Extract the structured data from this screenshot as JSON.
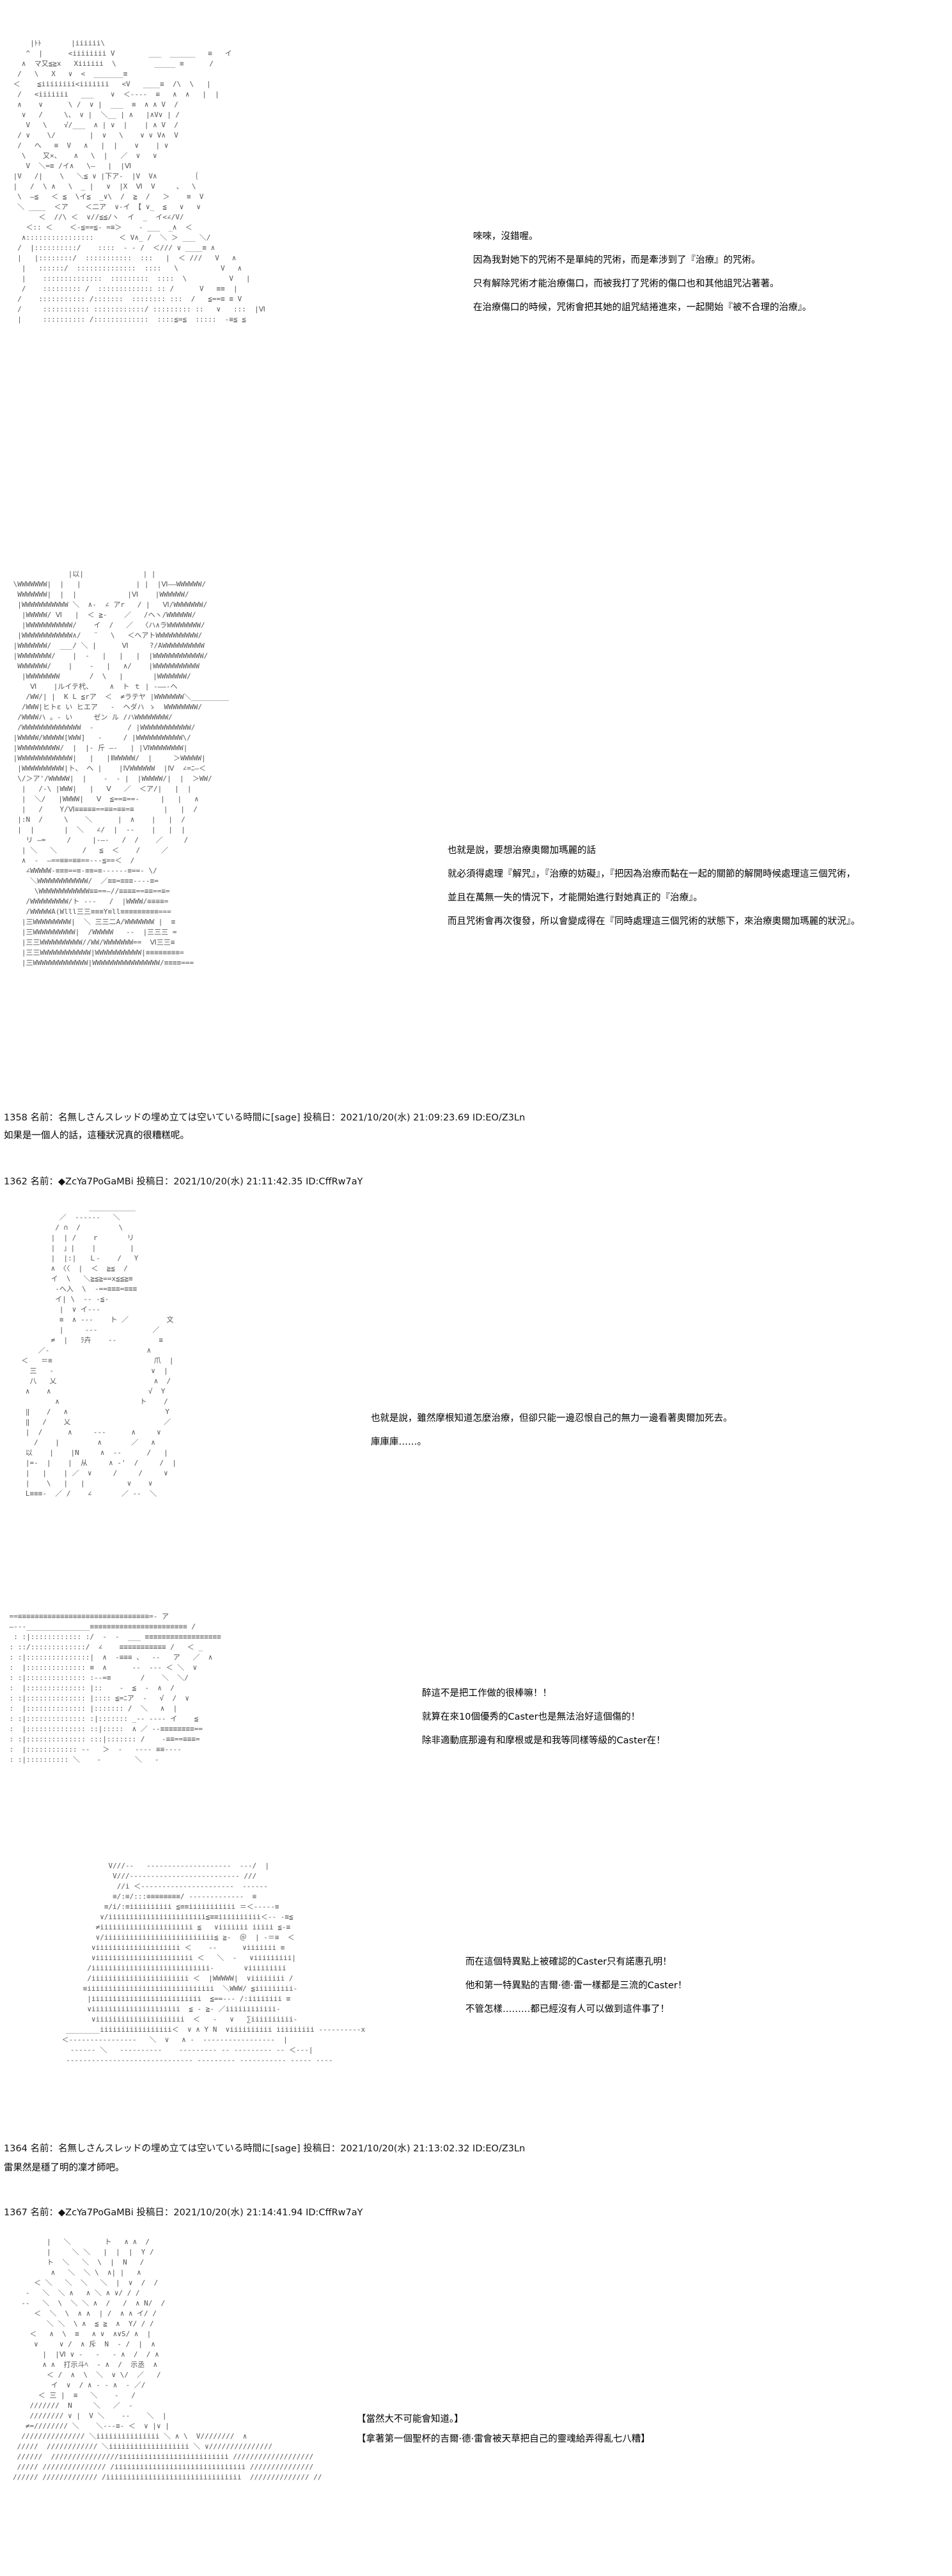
{
  "panels": [
    {
      "art_lines": [
        "     |ﾄﾄ       |iiiiii\\",
        "    ^  |      <iiiiiiii V        ___  ______   ≡   イ",
        "   ∧  マ又≦≧x   Xiiiiii  \\         _____ ≡      /",
        "  /   \\   X   ∨  <  _______≡",
        " ＜    ≦iiiiiiii<iiiiiii   <V   ____≡  /\\  \\   |",
        "  /   <iiiiiii   ___    ∨  ＜‐---  ≡   ∧  ∧   |  |",
        "  ∧    ∨      \\ /  ∨ |  ___  ≡  ∧ ∧ V  /",
        "   ∨   /     \\、 ∨ |  ＼__ | ∧   |∧V∨ | /",
        "    V   \\    √/___  ∧ | ∨  |    | ∧ V  /",
        "  / ∨    \\/        |  ∨   \\    ∨ ∨ V∧  V",
        "  /   へ   ≡  V   ∧   |  |    ∨    | ∨",
        "   \\    又×、   ∧   \\  |   ／  ∨   ∨",
        "    V  ＼=≡ /イ∧   \\―   |  |Ⅵ",
        " |V   /|    \\   ＼≦ ∨ |下ア‐  |V  V∧        ｛",
        " |   /  \\ ∧   \\  _ |   ∨  |X  Ⅵ  V     、  \\",
        "  \\  ―≦   ＜ ≦  \\イ≦  _∨\\  /  ≧  /   ＞    ≡  V",
        "  ＼ ____  ＜ア    ＜二ア  ∨‐イ 【 ∨_  ≦   ∨   ∨",
        "       ＜  //\\ ＜  ∨//≦≦/ヽ  イ  _  イ<∠/V/",
        "    ＜:: ＜    ＜‐≦==≦‐ =≡＞    ‐ ___  _∧  ＜",
        "   ∧::::::::::::::::      ＜ V∧_ /  ＼ ＞ ___ ＼/",
        "  /  |::::::::::/    ::::  ‐ ‐ /  ＜/// ∨ ____≡ ∧",
        "  |   |::::::::/  :::::::::::  :::   |  ＜ ///   V   ∧",
        "   |   ::::::/  ::::::::::::::  ::::   \\          V   ∧",
        "   |    ::::::::::::::  :::::::::  ::::  \\          V   |",
        "   /    ::::::::: /  ::::::::::::: :: /      V   ≡≡  |",
        "  /    ::::::::::: /:::::::  :::::::: :::  /   ≦==≡ ≡ V",
        "  /     ::::::::::: ::::::::::::/ ::::::::: ::   ∨   :::  |Ⅵ",
        "  |     :::::::::: /:::::::::::::  ::::≦=≦  :::::  ‐≡≦ ≦"
      ],
      "dialog": [
        "唻唻，沒錯喔。",
        "因為我對她下的咒術不是單純的咒術，而是牽涉到了『治療』的咒術。",
        "只有解除咒術才能治療傷口，而被我打了咒術的傷口也和其他詛咒沾著著。",
        "  在治療傷口的時候，咒術會把其她的詛咒結捲進來，一起開始『被不合理的治療』。"
      ]
    },
    {
      "art_lines": [
        "              |以|              | |",
        " \\WWWWWWW|  |   |             | |  |Ⅵ――WWWWWW/",
        "  WWWWWWW|  |  |            |Ⅵ    |WWWWWW/",
        "  |WWWWWWWWWWW ＼  ∧‐  ∠ アr   / |   Ⅵ/WWWWWWW/",
        "   |WWWWW/ Ⅵ   |  ＜ ≧‐    ／   /ヘヽ/WWWWWW/",
        "   |WWWWWWWWWWW/    イ  /   ／  〈ハ∧ラWWWWWWWW/",
        "  |WWWWWWWWWWWW∧/   ¨   \\   ＜ヘアトWWWWWWWWWW/",
        " |WWWWWWW/  ___/ ＼ |      Ⅵ     ?/AWWWWWWWWWW",
        " |WWWWWWWW/    |  ‐   |   |   |  |WWWWWWWWWWWW/",
        "  WWWWWWW/    |    ‐   |   ∧/    |WWWWWWWWWWW",
        "   |WWWWWWWW       /  \\   |       |WWWWWWW/",
        "     Ⅵ    |ルイテ杙、    ∧  ト ｔ | ‐――‐ヘ",
        "    /WW/| |  K L ≦rア  ＜  ≠ラテヤ |WWWWWWW＼_________",
        "   /WWW|ヒトε い ヒエア   ‐  ヘダハ ゝ  WWWWWWWW/",
        "  /WWWWハ 。‐ い     ゼン ル /ハWWWWWWWW/",
        "  /WWWWWWWWWWWWWW  ‐        / |WWWWWWWWWWWW/",
        " |WWWWW/WWWWW[WWW]   ‐     / |WWWWWWWWWWW\\/",
        " |WWWWWWWWWW/  |  |‐ 斤 ―‐   | |ⅥWWWWWWWW|",
        " |WWWWWWWWWWWWW|   |   |ⅡWWWWW/  |     ＞WWWWW|",
        "  |WWWWWWWWWW|ト、 ヘ |    |ⅣWWWWWW  |Ⅳ  ∠=ﾆ―＜",
        "  \\/＞ア'/WWWWW|  |    ‐  ‐ |  |WWWWW/|  |  ＞WW/",
        "   |   /‐\\ |WWW|   |   Ⅴ   ／  ＜ア/|   |  |",
        "   |  ＼/   |WWWW|   Ⅴ  ≦==≡==‐     |   |   ∧",
        "   |   /    Y/Ⅵ≡≡≡≡≡==≡≡=≡≡=≡       |   |  /",
        "  |:N  /     \\    ＼      |  ∧    |   |  /",
        "  |  |       |  ＼   ∠/  |  ‐‐    |   |  |",
        "    リ ―=     /     |‐―‐   /  /    ／     /",
        "   | ＼   ＼      /   ≦  ＜    /     ／",
        "   ∧  ‐  ―==≡≡=≡≡==‐‐‐≦==＜  /       ",
        "    ∠WWWWW‐≡≡≡==≡‐≡≡=≡‐‐‐‐‐‐≡==‐ \\/",
        "     ＼WWWWWWWWWWWW/  ／≡≡=≡≡≡‐‐‐‐≡=",
        "      \\WWWWWWWWWWWW≡≡==―//≡≡≡≡==≡≡==≡=",
        "    /WWWWWWWWW/ト ‐‐‐   /  |WWWW/≡≡≡≡=",
        "    /WWWWWA(Wlll三三≡≡≡Y≡ll≡≡≡≡≡≡≡≡≡===",
        "   |三WWWWWWWWW|  ＼ 三三二A/WWWWWWW |  ≡",
        "   |三WWWWWWWWWW|  /WWWWW   ‐‐  |三三三 =",
        "   |三三WWWWWWWWWW//WW/WWWWWWW==  Ⅵ三三≡",
        "   |三三WWWWWWWWWWWW|WWWWWWWWWWW|≡≡≡≡≡≡≡≡=",
        "   |三WWWWWWWWWWWWW|WWWWWWWWWWWWWWWW/≡≡≡≡==="
      ],
      "dialog": [
        "也就是說，要想治療奧爾加瑪麗的話",
        "  就必須得處理『解咒』，『治療的妨礙』，『把因為治療而黏在一起的關節的解開時候處理這三個咒術，",
        "並且在萬無一失的情況下，才能開始進行對她真正的『治療』。",
        "  而且咒術會再次復發，所以會變成得在『同時處理這三個咒術的狀態下，來治療奧爾加瑪麗的狀況』。"
      ]
    },
    {
      "art_lines": [
        "                  ___________",
        "           ／  ‐‐‐‐‐‐   ＼",
        "          / ∩  /         \\",
        "         |  | /    r       リ",
        "         |  」|    |        |",
        "         |  |:|   Ｌ‐    /   Y",
        "         ∧ 〈〈  |  ＜  ≧≦  /",
        "         イ  \\   ＼≧≦≧==x≦≦≧≡",
        "          ‐へ入  \\  ‐==≡≡≡=≡≡≡",
        "          イ| \\  ‐‐ ‐≦‐",
        "           |  ∨ イ‐‐‐",
        "           ≡  ∧ ‐‐‐    ト ／         文",
        "           |     ‐‐‐             ／",
        "         ≠  |   ﾗ卉    ‐‐          ≡",
        "      ／‐                       ∧",
        "  ＜   ＝≡                        爪  |",
        "    三   ‐                       ∨  |",
        "    八   乂                       ∧  /",
        "   ∧    ∧                       √  Y",
        "          ∧                   ト    /",
        "   ‖    /   ∧                       Y",
        "   ‖   /    乂                      ／",
        "   |  /      ∧     ‐‐‐      ∧     ∨",
        "     /    |         ∧       ／   ∧",
        "   以    |    |N     ∧  ‐‐      /   |",
        "   |=-  |    |  从     ∧ ‐'  /     /  |",
        "   |   |    | ／  ∨     /     /     ∨",
        "   |    \\   |   |          ∨    ∨",
        "   L≡≡≡‐  ／ /    ∠       ／ ‐‐  ＼"
      ],
      "dialog": [
        "也就是說，雖然摩根知道怎麼治療，但卻只能一邊忍恨自己的無力一邊看著奧爾加死去。",
        "庫庫庫……。"
      ]
    },
    {
      "art_lines": [
        " ==≡≡≡≡≡≡≡≡≡≡≡≡≡≡≡≡≡≡≡≡≡≡≡≡≡≡≡≡≡≡≡=‐ ア",
        " ―‐‐‐_______________≡≡≡≡≡≡≡≡≡≡≡≡≡≡≡≡≡≡≡≡≡≡≡ /",
        "  : :|:::::::::::: :/  ‐  ‐  ___ ≡≡≡≡≡≡≡≡≡≡≡≡≡≡≡≡≡≡",
        " : ::/:::::::::::::/  ∠    ≡≡≡≡≡≡≡≡≡≡≡ /   ＜ _",
        " : :|:::::::::::::::|  ∧  ‐≡≡≡ 、  ‐‐   ア   ／  ∧",
        " :  |:::::::::::::: ≡  ∧      ‐‐  ‐‐‐ ＜ ＼  ∨",
        " : :|:::::::::::::: :‐‐=≡       /    ＼  ＼/",
        " :  |:::::::::::::: |::    ‐  ≦  ‐  ∧  /",
        " : :|:::::::::::::: |:::: ≦=ﾆア  ‐   √  /  ∨",
        " :  |:::::::::::::: |::::::: /  ＼   ∧  |",
        " : :|:::::::::::::: :|::::::: _‐‐ ‐‐‐‐ イ    ≦",
        " :  |:::::::::::::: ::|:::::  ∧ ／ ‐‐≡≡≡≡≡≡≡≡==",
        " : :|:::::::::::::: :::|::::::: /    ‐≡≡==≡≡≡=",
        " :  |:::::::::::: ‐‐   ＞  ‐   ‐‐‐‐ ≡≡‐‐‐‐",
        " : :|:::::::::: ＼    ‐        ＼   ‐"
      ],
      "dialog": [
        "醉這不是把工作做的很棒嘛！！",
        "就算在來10個優秀的Caster也是無法治好這個傷的！",
        "除非適動底那邊有和摩根或是和我等同樣等級的Caster在！"
      ]
    },
    {
      "art_lines": [
        "            V///‐‐   ‐‐‐‐‐‐‐‐‐‐‐‐‐‐‐‐‐‐‐‐  ‐‐‐/  |",
        "             V///‐‐‐‐‐‐‐‐‐‐‐‐‐‐‐‐‐‐‐‐‐‐‐‐‐‐ ///",
        "              //i ＜‐‐‐‐‐‐‐‐‐‐‐‐‐‐‐‐‐‐‐‐‐‐  ‐‐‐‐‐‐",
        "             ≡/:≡/:::≡≡≡≡≡≡≡≡/ ‐‐‐‐‐‐‐‐‐‐‐‐‐  ≡",
        "           ≡/i/:≡iiiiiiiiii ≦≡≡iiiiiiiiiii ＝＜‐‐‐‐‐≡",
        "          ∨/iiiiiiiiiiiiiiiiiiiiiii≦≡≡iiiiiiiiii＜‐‐ ‐≡≦",
        "         ≠iiiiiiiiiiiiiiiiiiiiii ≦   ∨iiiiiii iiiii ≦‐≡",
        "         ∨/iiiiiiiiiiiiiiiiiiiiiiiiii≦ ≧‐  ＠  | ‐＝≡  ＜",
        "        ∨iiiiiiiiiiiiiiiiiiii ＜    ‐‐      ∨iiiiiii ≡",
        "        ∨iiiiiiiiiiiiiiiiiiiiiii ＜   ＼  ‐   ∨iiiiiiiii|",
        "       /iiiiiiiiiiiiiiiiiiiiiiiiiiii‐       ∨iiiiiiiii",
        "       /iiiiiiiiiiiiiiiiiiiiiii ＜  |WWWWW|  ∨iiiiiiii /",
        "      ≡iiiiiiiiiiiiiiiiiiiiiiiiiiiiii  ＼WWW/ ≦iiiiiiiii‐",
        "       |iiiiiiiiiiiiiiiiiiiiiiiiii  ≦==‐‐‐ /:iiiiiiii ≡",
        "       ∨iiiiiiiiiiiiiiiiiiiii  ≦ ‐ ≧‐ ／iiiiiiiiiiii‐",
        "        ∨iiiiiiiiiiiiiiiiiiiii  ＜   ‐   ∨   ∑iiiiiiiiii‐",
        "  ________iiiiiiiiiiiiiiiii＜  ∨ ∧ Y N  ∨iiiiiiiiii iiiiiiiii ‐‐‐‐‐‐‐‐‐‐x",
        " ＜‐‐‐‐‐‐‐‐‐‐‐‐‐‐‐‐   ＼  ∨   ∧ ‐  ‐‐‐‐‐‐‐‐‐‐‐‐‐‐‐‐‐  |",
        "   ‐‐‐‐‐‐ ＼   ‐‐‐‐‐‐‐‐‐‐    ‐‐‐‐‐‐‐‐‐ ‐‐ ‐‐‐‐‐‐‐‐‐ ‐‐ ＜‐‐‐|",
        "  ‐‐‐‐‐‐‐‐‐‐‐‐‐‐‐‐‐‐‐‐‐‐‐‐‐‐‐‐‐‐ ‐‐‐‐‐‐‐‐‐ ‐‐‐‐‐‐‐‐‐‐‐ ‐‐‐‐‐ ‐‐‐‐"
      ],
      "dialog": [
        "而在這個特異點上被確認的Caster只有諾惠孔明！",
        "他和第一特異點的吉爾·德·雷一樣都是三流的Caster！",
        "不管怎樣………都已經沒有人可以做到這件事了！"
      ]
    },
    {
      "art_lines": [
        "        |   ＼        ト   ∧ ∧  /",
        "        |     ＼ ＼   |  |  |  Y /",
        "        ト  ＼   ＼  \\  |  N   /",
        "         ∧   ＼  ＼ \\  ∧| |   ∧",
        "     ＜ ＼   ＼  ＼   ＼  |  ∨  /  /",
        "   ‐   ＼  ＼ ∧   ∧ ＼ ∧ ∨/ / /",
        "  ‐‐   ＼  \\  ＼ ＼ ∧  /   /  ∧ N/  /",
        "     ＜  ＼  \\  ∧ ∧  | /  ∧ ∧ イ/ /",
        "        ＼ ＼  \\ ∧  ≦ ≧  ∧  Y/ / /",
        "    ＜   ∧  \\  ≡   ∧ ∨  ∧∨S/ ∧  |",
        "     ∨     ∨ /  ∧ 斥  N  ‐ /  |  ∧",
        "       |  |Ⅵ ∨ ‐   ‐   ‐ ∧  /  / ∧",
        "       ∧ ∧  打示斗ﾍ  ‐ ∧  /  示丞  ∧",
        "        ＜ /  ∧  \\  ＼  ∨ \\/  ／   /",
        "         イ  ∨  / ∧ ‐ ‐ ∧  ‐ ／/",
        "      ＜ 三 |  ≡   ＼    ‐   /",
        "    ///////  N     ＼   ／  ‐",
        "    //////// ∨ |  V ＼    ‐‐    ＼  |",
        "   ≠=//////// ＼    ＼‐‐‐≡‐ ＜  ∨ |∨ |",
        "  /////////////// ＼iiiiiiiiiiiiiii ＼ ∧ \\  V////////  ∧",
        " /////  //////////// ＼iiiiiiiiiiiiiiiiiii ＼ ∨///////////////",
        " //////  ////////////////iiiiiiiiiiiiiiiiiiiiiiiiii ///////////////////",
        " ///// /////////////// /iiiiiiiiiiiiiiiiiiiiiiiiiiiiiii ///////////////",
        "////// ///////////// /iiiiiiiiiiiiiiiiiiiiiiiiiiiiiiii  ////////////// //"
      ],
      "dialog": [
        "【當然大不可能會知道。】",
        "【拿著第一個聖杯的吉爾·德·雷會被天草把自己的靈魂給弄得亂七八糟】"
      ]
    }
  ],
  "posts": [
    {
      "header": "1358 名前：名無しさんスレッドの埋め立ては空いている時間に[sage] 投稿日：2021/10/20(水) 21:09:23.69 ID:EO/Z3Ln",
      "message": "如果是一個人的話，這種狀況真的很糟糕呢。"
    },
    {
      "header": "1362 名前：◆ZcYa7PoGaMBi 投稿日：2021/10/20(水) 21:11:42.35 ID:CffRw7aY",
      "message": ""
    },
    {
      "header": "1364 名前：名無しさんスレッドの埋め立ては空いている時間に[sage] 投稿日：2021/10/20(水) 21:13:02.32 ID:EO/Z3Ln",
      "message": "雷果然是穩了明的凜才師吧。"
    },
    {
      "header": "1367 名前：◆ZcYa7PoGaMBi 投稿日：2021/10/20(水) 21:14:41.94 ID:CffRw7aY",
      "message": ""
    }
  ]
}
